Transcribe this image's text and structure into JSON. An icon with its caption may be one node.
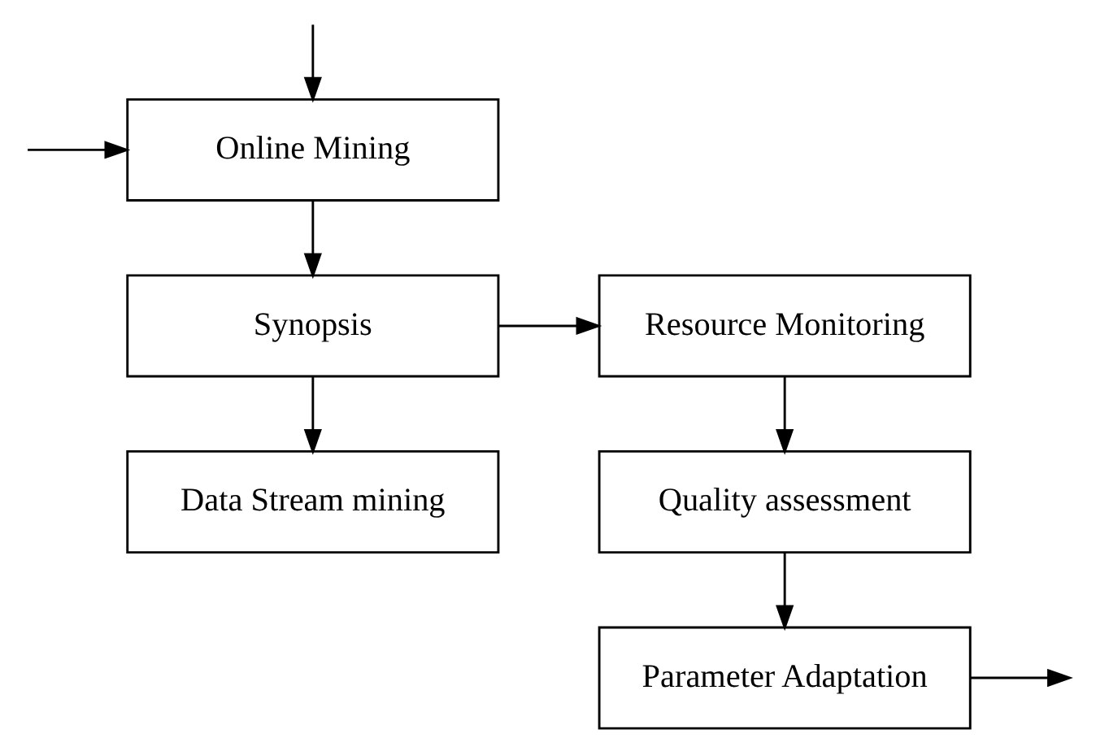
{
  "diagram": {
    "nodes": [
      {
        "text": [
          "Online Mining"
        ]
      },
      {
        "text": [
          "Synopsis"
        ]
      },
      {
        "text": [
          "Resource Monitoring"
        ]
      },
      {
        "text": [
          "Data Stream mining"
        ]
      },
      {
        "text": [
          "Quality assessment"
        ]
      },
      {
        "text": [
          "Parameter Adaptation"
        ]
      }
    ],
    "edges": [
      {
        "from": null,
        "to": 0,
        "arrow": "to"
      },
      {
        "from": null,
        "to": 0,
        "arrow": "to"
      },
      {
        "from": 0,
        "to": 1,
        "arrow": "to"
      },
      {
        "from": 1,
        "to": 2,
        "arrow": "to"
      },
      {
        "from": 1,
        "to": 3,
        "arrow": "to"
      },
      {
        "from": 2,
        "to": 4,
        "arrow": "to"
      },
      {
        "from": 4,
        "to": 5,
        "arrow": "to"
      },
      {
        "from": 5,
        "to": null,
        "arrow": "to"
      }
    ]
  }
}
